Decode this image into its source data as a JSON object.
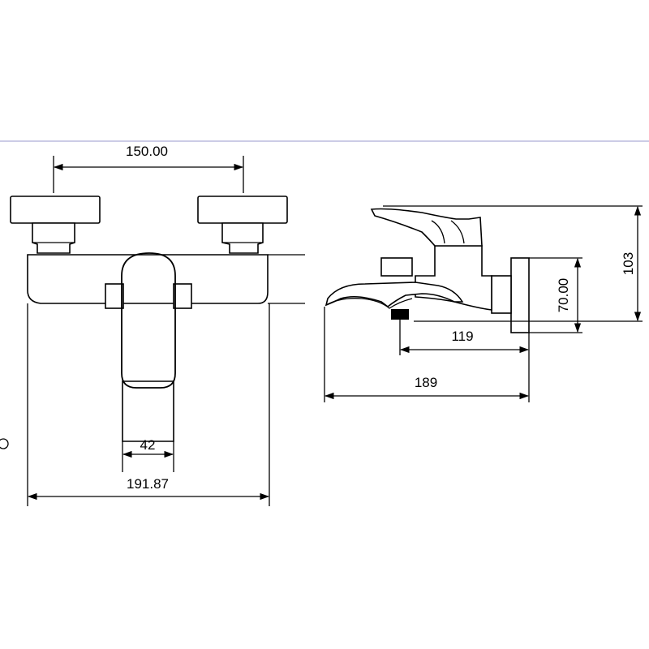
{
  "front_view": {
    "dimensions": {
      "handle_spacing": "150.00",
      "spout_width": "42",
      "overall_width": "191.87"
    }
  },
  "side_view": {
    "dimensions": {
      "overall_height": "103",
      "body_height": "70.00",
      "inner_depth": "119",
      "overall_depth": "189"
    }
  },
  "colors": {
    "line": "#000000",
    "background": "#ffffff",
    "border": "#9999cc"
  }
}
